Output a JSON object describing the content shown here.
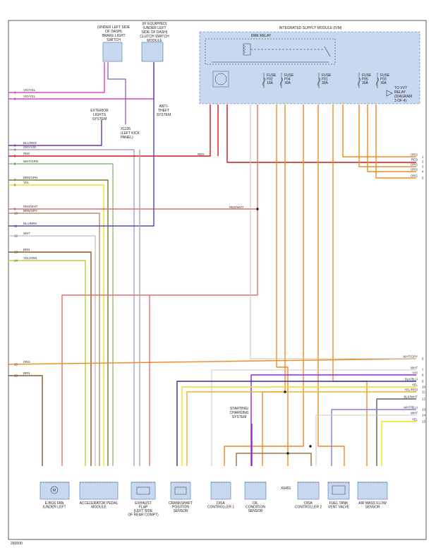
{
  "figure_id": "260500",
  "colors": {
    "VIO/YEL": "#e040c8",
    "VIO": "#a020d0",
    "BLU/RED": "#7030a0",
    "GRY/VIO": "#b0a0c0",
    "RED": "#d01818",
    "WHT/GRN": "#88c070",
    "BRN/GRN": "#7a7a30",
    "YEL": "#f0e020",
    "RED/WHT": "#e07070",
    "BRN/GRY": "#b09070",
    "BLU/BRN": "#6040c0",
    "WHT": "#c8c8c8",
    "BRN": "#8a5a20",
    "YEL/GRN": "#b8d040",
    "ORG": "#f08a20",
    "BLK": "#222222",
    "WHT/GRY": "#c0c0c0",
    "BLK/BLU": "#3030a0",
    "YEL/RED": "#f0b030",
    "BLK/WHT": "#606060",
    "WHT/BLU": "#8080e0",
    "module": "#c8d8f0",
    "module_stroke": "#5070b0"
  },
  "top_components": {
    "brake_switch": {
      "label_lines": [
        "(UNDER LEFT SIDE",
        "OF DASH)",
        "BRAKE LIGHT",
        "SWITCH"
      ]
    },
    "clutch_switch": {
      "label_lines": [
        "(IF EQUIPPED)",
        "(UNDER LEFT",
        "SIDE OF DASH)",
        "CLUTCH SWITCH",
        "MODULE"
      ]
    },
    "ism": {
      "title": "INTEGRATED SUPPLY MODULE (IVM)",
      "relay": "DME RELAY"
    }
  },
  "fuses": [
    {
      "label_lines": [
        "FUSE",
        "F02",
        "10A"
      ]
    },
    {
      "label_lines": [
        "FUSE",
        "F04",
        "30A"
      ]
    },
    {
      "label_lines": [
        "FUSE",
        "F01",
        "30A"
      ]
    },
    {
      "label_lines": [
        "FUSE",
        "F05",
        "30A"
      ]
    },
    {
      "label_lines": [
        "FUSE",
        "F03",
        "30A"
      ]
    }
  ],
  "notes": {
    "vvt": [
      "TO VVT",
      "RELAY",
      "(DIAGRAM",
      "3 OF 4)"
    ],
    "exterior": [
      "EXTERIOR",
      "LIGHTS",
      "SYSTEM"
    ],
    "anti_theft": [
      "ANTI-",
      "THEFT",
      "SYSTEM"
    ],
    "x1126": [
      "X1126",
      "(LEFT KICK",
      "PANEL)"
    ],
    "starting": [
      "STARTING/",
      "CHARGING",
      "SYSTEM"
    ],
    "x6451": "X6451"
  },
  "left_wires": [
    {
      "num": "1",
      "label": "VIO/YEL",
      "color": "VIO/YEL"
    },
    {
      "num": "2",
      "label": "VIO/YEL",
      "color": "VIO/YEL"
    },
    {
      "num": "3",
      "label": "BLU/RED",
      "color": "BLU/RED"
    },
    {
      "num": "4",
      "label": "GRY/VIO",
      "color": "GRY/VIO"
    },
    {
      "num": "5",
      "label": "RED",
      "color": "RED"
    },
    {
      "num": "6",
      "label": "WHT/GRN",
      "color": "WHT/GRN"
    },
    {
      "num": "7",
      "label": "BRN/GRN",
      "color": "BRN/GRN"
    },
    {
      "num": "8",
      "label": "YEL",
      "color": "YEL"
    },
    {
      "num": "9",
      "label": "RED/WHT",
      "color": "RED/WHT"
    },
    {
      "num": "10",
      "label": "BRN/GRY",
      "color": "BRN/GRY"
    },
    {
      "num": "11",
      "label": "BLU/BRN",
      "color": "BLU/BRN"
    },
    {
      "num": "12",
      "label": "WHT",
      "color": "WHT"
    },
    {
      "num": "13",
      "label": "BRN",
      "color": "BRN"
    },
    {
      "num": "14",
      "label": "YEL/GRN",
      "color": "YEL/GRN"
    },
    {
      "num": "15",
      "label": "ORG",
      "color": "ORG"
    },
    {
      "num": "16",
      "label": "BRN",
      "color": "BRN"
    }
  ],
  "right_top_wires": [
    {
      "num": "1",
      "label": "ORG",
      "color": "ORG"
    },
    {
      "num": "2",
      "label": "RED",
      "color": "RED"
    },
    {
      "num": "3",
      "label": "ORG",
      "color": "ORG"
    },
    {
      "num": "4",
      "label": "ORG",
      "color": "ORG"
    },
    {
      "num": "5",
      "label": "ORG",
      "color": "ORG"
    }
  ],
  "right_bottom_wires": [
    {
      "num": "6",
      "label": "WHT/GRY",
      "color": "WHT/GRY"
    },
    {
      "num": "7",
      "label": "WHT",
      "color": "WHT"
    },
    {
      "num": "8",
      "label": "VIO",
      "color": "VIO"
    },
    {
      "num": "9",
      "label": "BLK/BLU",
      "color": "BLK/BLU"
    },
    {
      "num": "10",
      "label": "YEL",
      "color": "YEL"
    },
    {
      "num": "11",
      "label": "YEL/RED",
      "color": "YEL/RED"
    },
    {
      "num": "12",
      "label": "BLK/WHT",
      "color": "BLK/WHT"
    },
    {
      "num": "13",
      "label": "WHT/BLU",
      "color": "WHT/BLU"
    },
    {
      "num": "14",
      "label": "WHT",
      "color": "WHT"
    },
    {
      "num": "15",
      "label": "YEL",
      "color": "YEL"
    }
  ],
  "mid_labels": {
    "red": "RED",
    "red_wht": "RED/WHT"
  },
  "bottom_components": [
    {
      "key": "efan",
      "label_lines": [
        "E-BOX FAN",
        "(UNDER LEFT"
      ]
    },
    {
      "key": "accel",
      "label_lines": [
        "ACCELERATOR PEDAL",
        "MODULE"
      ]
    },
    {
      "key": "flap",
      "label_lines": [
        "EXHAUST",
        "FLAP",
        "(LEFT SIDE",
        "OF REAR COMPT)"
      ]
    },
    {
      "key": "cam",
      "label_lines": [
        "CRANKSHAFT",
        "POSITION",
        "SENSOR"
      ]
    },
    {
      "key": "disa1",
      "label_lines": [
        "DISA",
        "CONTROLLER 1"
      ]
    },
    {
      "key": "oil",
      "label_lines": [
        "OIL",
        "CONDITION",
        "SENSOR"
      ]
    },
    {
      "key": "disa2",
      "label_lines": [
        "DISA",
        "CONTROLLER 2"
      ]
    },
    {
      "key": "tank",
      "label_lines": [
        "FUEL TANK",
        "VENT VALVE"
      ]
    },
    {
      "key": "maf",
      "label_lines": [
        "AIR MASS FLOW",
        "SENSOR"
      ]
    }
  ]
}
